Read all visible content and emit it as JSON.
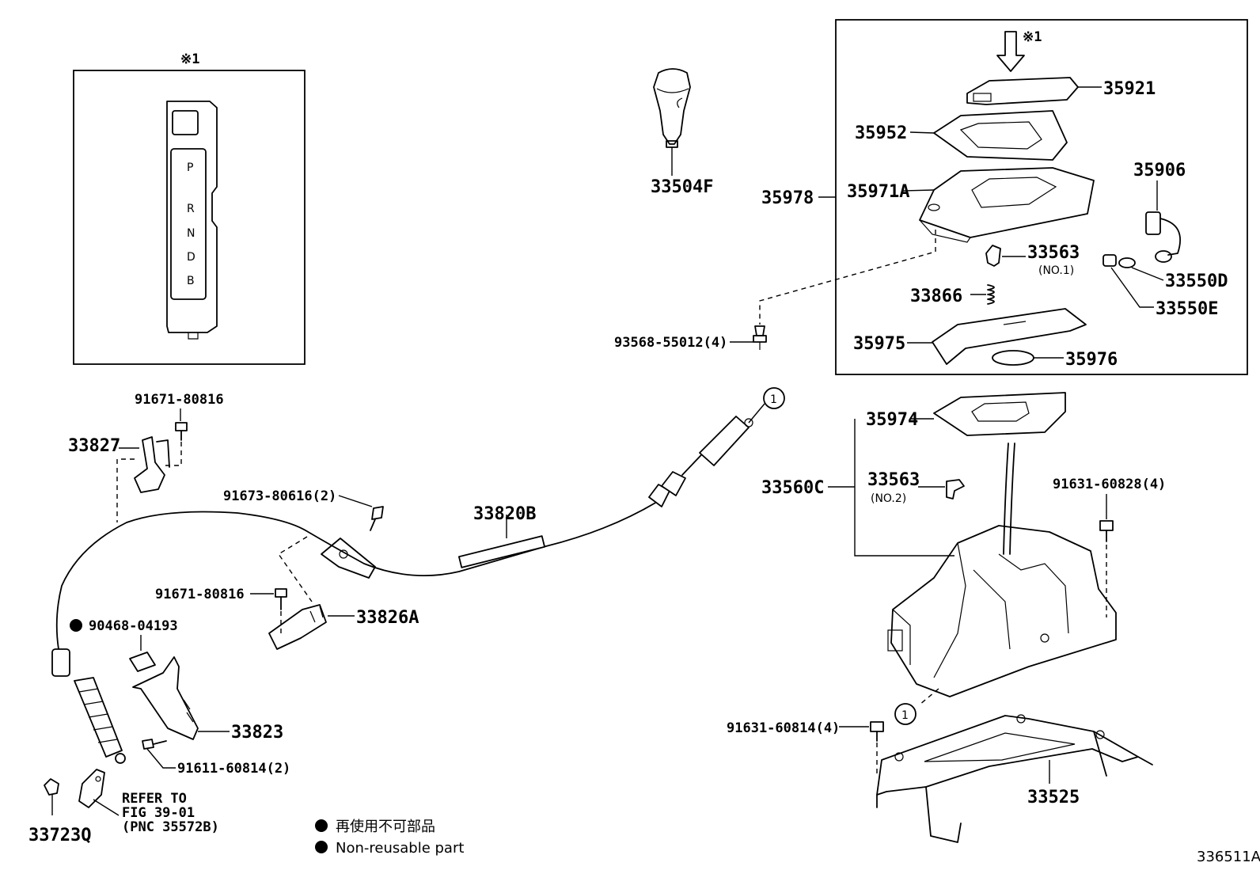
{
  "inset_note": "※1",
  "selector_positions": [
    "P",
    "R",
    "N",
    "D",
    "B"
  ],
  "parts": {
    "p33504F": "33504F",
    "p35921": "35921",
    "p35952": "35952",
    "p35978": "35978",
    "p35971A": "35971A",
    "p35906": "35906",
    "p33563_no1": "33563",
    "p33563_no1_sub": "(NO.1)",
    "p33550D": "33550D",
    "p33550E": "33550E",
    "p33866": "33866",
    "p35975": "35975",
    "p35976": "35976",
    "p93568": "93568-55012(4)",
    "p91671_top": "91671-80816",
    "p33827": "33827",
    "p91673": "91673-80616(2)",
    "p33820B": "33820B",
    "p35974": "35974",
    "p33560C": "33560C",
    "p33563_no2": "33563",
    "p33563_no2_sub": "(NO.2)",
    "p91631_60828": "91631-60828(4)",
    "p91671_mid": "91671-80816",
    "p33826A": "33826A",
    "p90468": "90468-04193",
    "p33823": "33823",
    "p91611": "91611-60814(2)",
    "p91631_60814": "91631-60814(4)",
    "p33525": "33525",
    "p33723Q": "33723Q",
    "refer_line1": "REFER TO",
    "refer_line2": "FIG 39-01",
    "refer_line3": "(PNC 35572B)",
    "callout_1": "1"
  },
  "legend": {
    "japanese": "再使用不可部品",
    "english": "Non-reusable part"
  },
  "figure_id": "336511A"
}
